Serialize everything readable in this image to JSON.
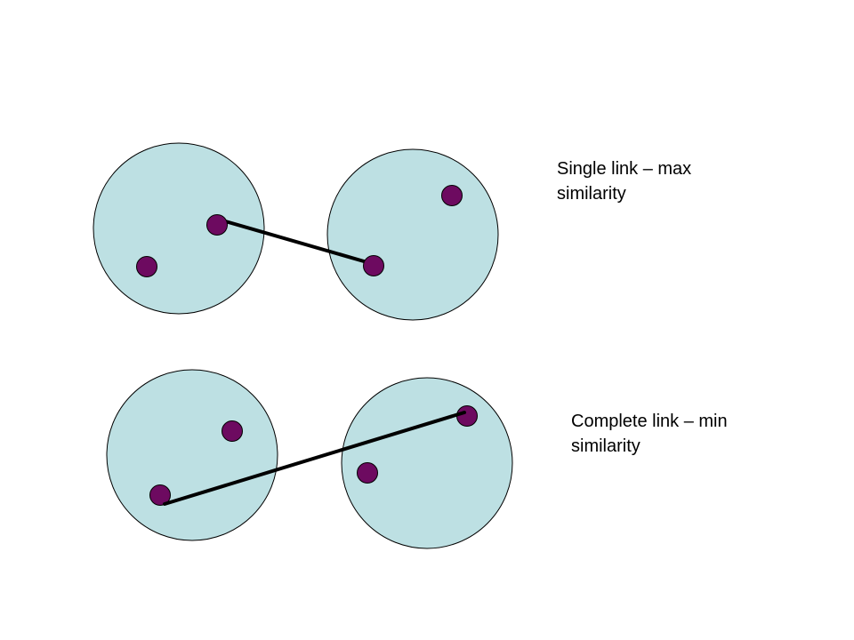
{
  "colors": {
    "cluster_fill": "#bde0e3",
    "cluster_stroke": "#000000",
    "point_fill": "#6d0a60",
    "link_stroke": "#000000",
    "background": "#ffffff"
  },
  "examples": [
    {
      "id": "single-link",
      "caption_lines": [
        "Single link – max",
        "similarity"
      ]
    },
    {
      "id": "complete-link",
      "caption_lines": [
        "Complete link – min",
        "similarity"
      ]
    }
  ]
}
